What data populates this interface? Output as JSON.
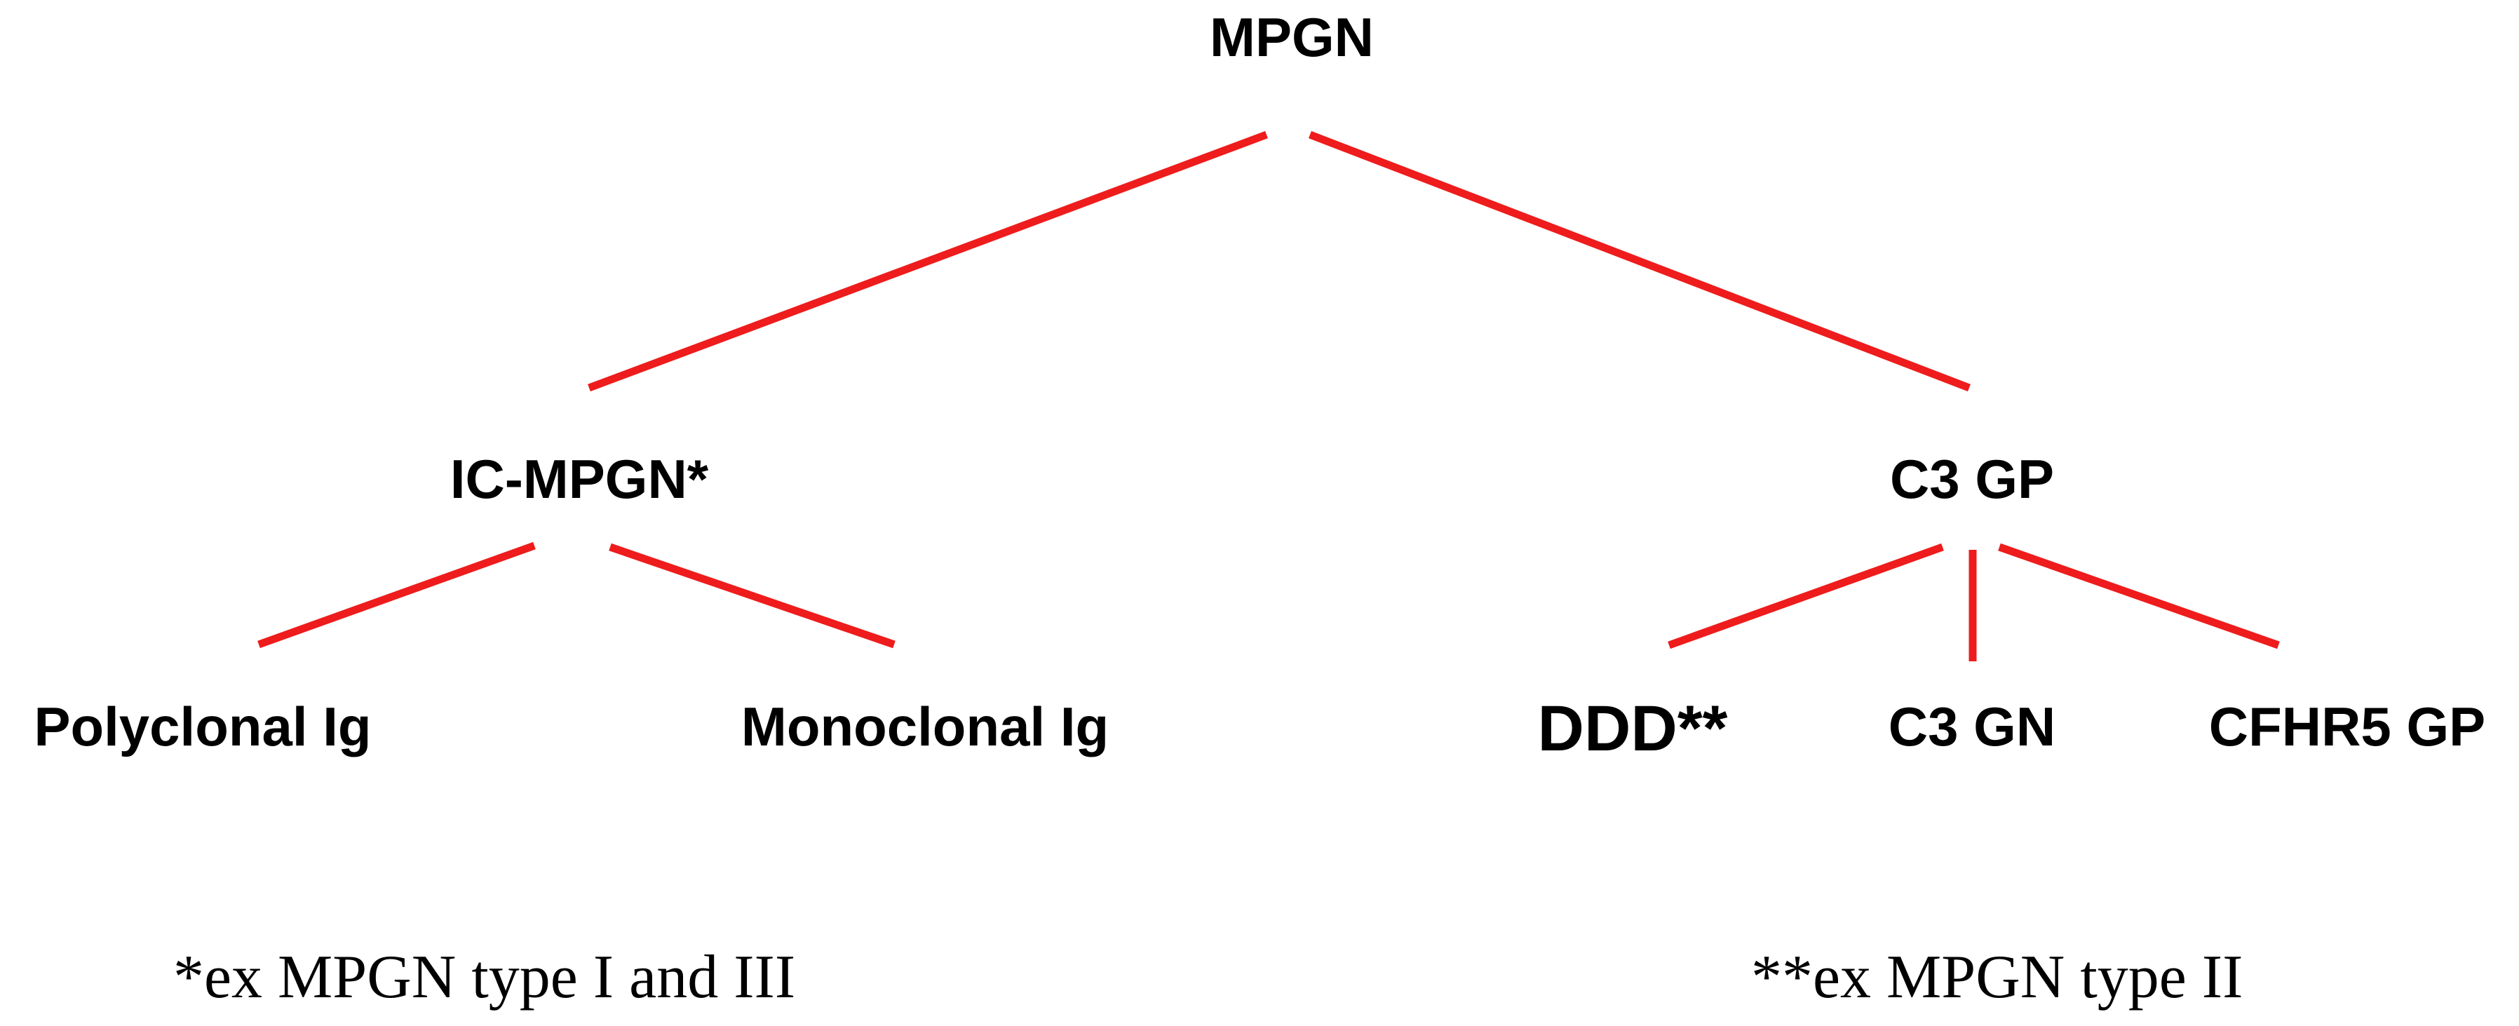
{
  "diagram": {
    "root": "MPGN",
    "level1": {
      "left": "IC-MPGN*",
      "right": "C3 GP"
    },
    "level2": {
      "polyclonal": "Polyclonal Ig",
      "monoclonal": "Monoclonal Ig",
      "ddd": "DDD**",
      "c3gn": "C3 GN",
      "cfhr5": "CFHR5 GP"
    }
  },
  "footnotes": {
    "single": "*ex MPGN type I and III",
    "double": "**ex MPGN type II"
  },
  "colors": {
    "edge": "#ee1c1c",
    "text": "#000000",
    "background": "#ffffff"
  }
}
